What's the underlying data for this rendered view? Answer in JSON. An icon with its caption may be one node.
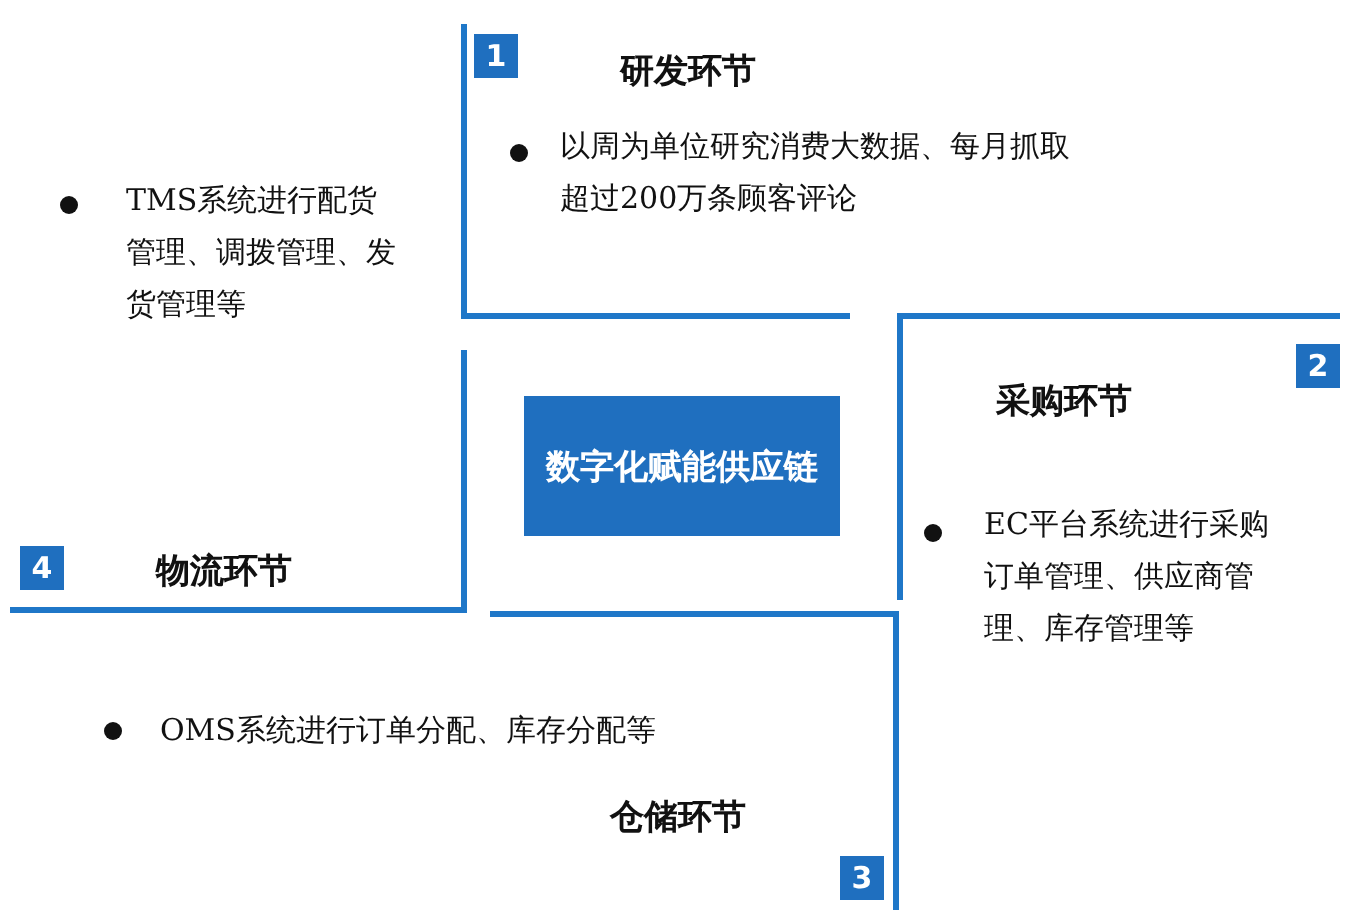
{
  "diagram": {
    "nodes": [
      {
        "text": [
          "数字化赋能供应链"
        ]
      },
      {
        "text": [
          "1",
          "研发环节",
          "以周为单位研究消费大数据、每月抓取超过200万条顾客评论"
        ]
      },
      {
        "text": [
          "2",
          "采购环节",
          "EC平台系统进行采购订单管理、供应商管理、库存管理等"
        ]
      },
      {
        "text": [
          "OMS系统进行订单分配、库存分配等",
          "仓储环节",
          "3"
        ]
      },
      {
        "text": [
          "TMS系统进行配货管理、调拨管理、发货管理等",
          "4",
          "物流环节"
        ]
      }
    ]
  }
}
